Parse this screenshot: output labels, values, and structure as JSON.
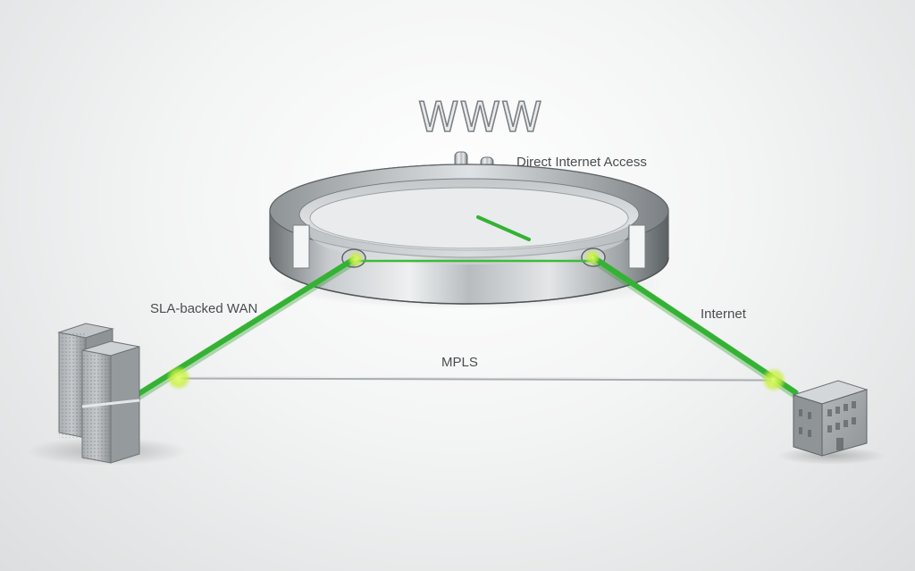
{
  "title": "WWW",
  "labels": {
    "dia": "Direct Internet Access",
    "sla": "SLA-backed WAN",
    "internet": "Internet",
    "mpls": "MPLS"
  },
  "colors": {
    "link_green": "#34b233",
    "node_highlight": "#c8f03c",
    "metal_light": "#e6e8ea",
    "metal_dark": "#5f6467",
    "label_text": "#4a4d50"
  },
  "nodes": [
    {
      "name": "Data center",
      "icon": "server-rack-icon"
    },
    {
      "name": "Branch office",
      "icon": "building-icon"
    },
    {
      "name": "Gateway ring",
      "icon": "gateway-ring-icon"
    }
  ]
}
